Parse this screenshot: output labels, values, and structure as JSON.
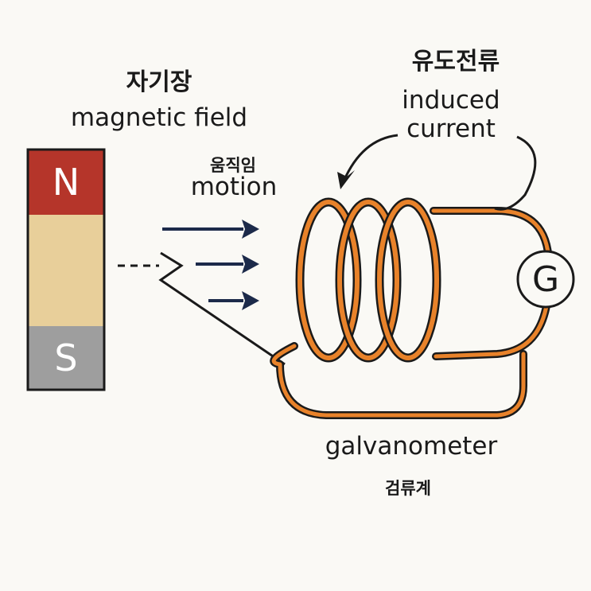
{
  "labels": {
    "magnetic_field_ko": "자기장",
    "magnetic_field_en": "magnetic field",
    "motion_ko": "움직임",
    "motion_en": "motion",
    "induced_current_ko": "유도전류",
    "induced_current_en_1": "induced",
    "induced_current_en_2": "current",
    "galvanometer_en": "galvanometer",
    "galvanometer_ko": "검류계"
  },
  "magnet": {
    "north_label": "N",
    "south_label": "S",
    "colors": {
      "north": "#b5352a",
      "middle": "#e8cf9a",
      "south": "#9e9e9e"
    }
  },
  "galvanometer_symbol": "G",
  "colors": {
    "coil": "#e8822a",
    "coil_outline": "#1a1a1a",
    "arrows": "#1c2a4a",
    "background": "#faf9f5"
  }
}
